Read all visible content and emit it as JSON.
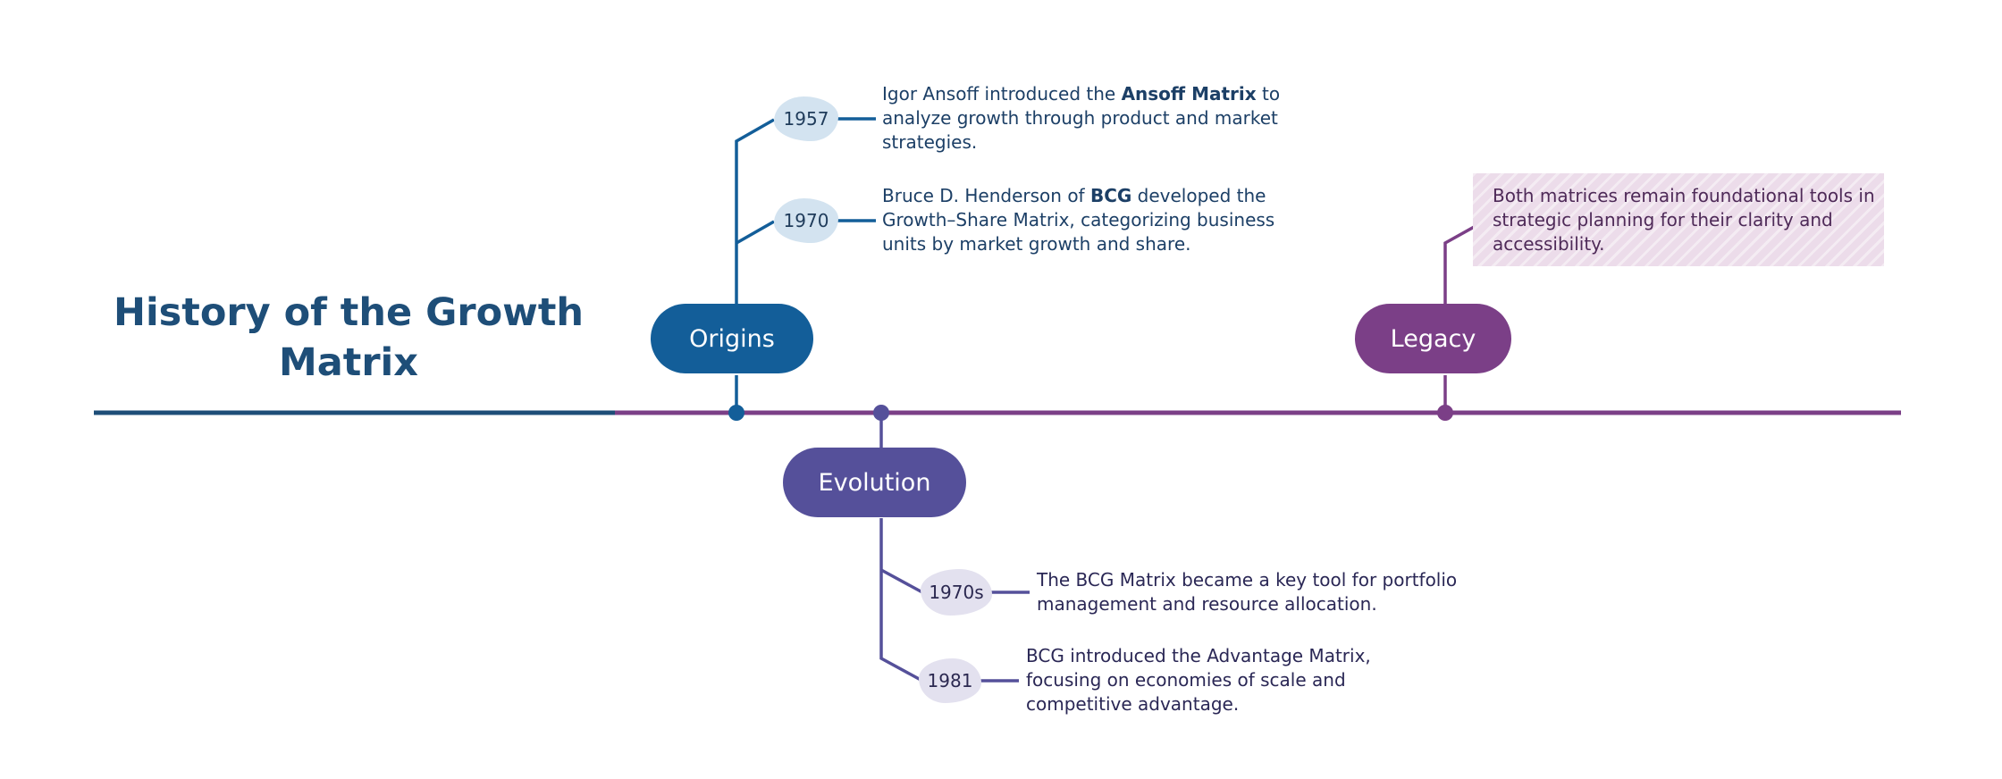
{
  "title": "History of the Growth Matrix",
  "colors": {
    "origins": "#135e99",
    "evolution": "#55509a",
    "legacy": "#7b3f87",
    "title": "#1e4e78",
    "axis_left": "#1e4e78",
    "axis_right": "#7b3f87"
  },
  "phases": {
    "origins": {
      "label": "Origins",
      "events": [
        {
          "year": "1957",
          "text_before": "Igor Ansoff introduced the ",
          "bold": "Ansoff Matrix",
          "text_after": " to analyze growth through product and market strategies."
        },
        {
          "year": "1970",
          "text_before": "Bruce D. Henderson of ",
          "bold": "BCG",
          "text_after": " developed the Growth–Share Matrix, categorizing business units by market growth and share."
        }
      ]
    },
    "evolution": {
      "label": "Evolution",
      "events": [
        {
          "year": "1970s",
          "text": "The BCG Matrix became a key tool for portfolio management and resource allocation."
        },
        {
          "year": "1981",
          "text": "BCG introduced the Advantage Matrix, focusing on economies of scale and competitive advantage."
        }
      ]
    },
    "legacy": {
      "label": "Legacy",
      "text": "Both matrices remain foundational tools in strategic planning for their clarity and accessibility."
    }
  }
}
